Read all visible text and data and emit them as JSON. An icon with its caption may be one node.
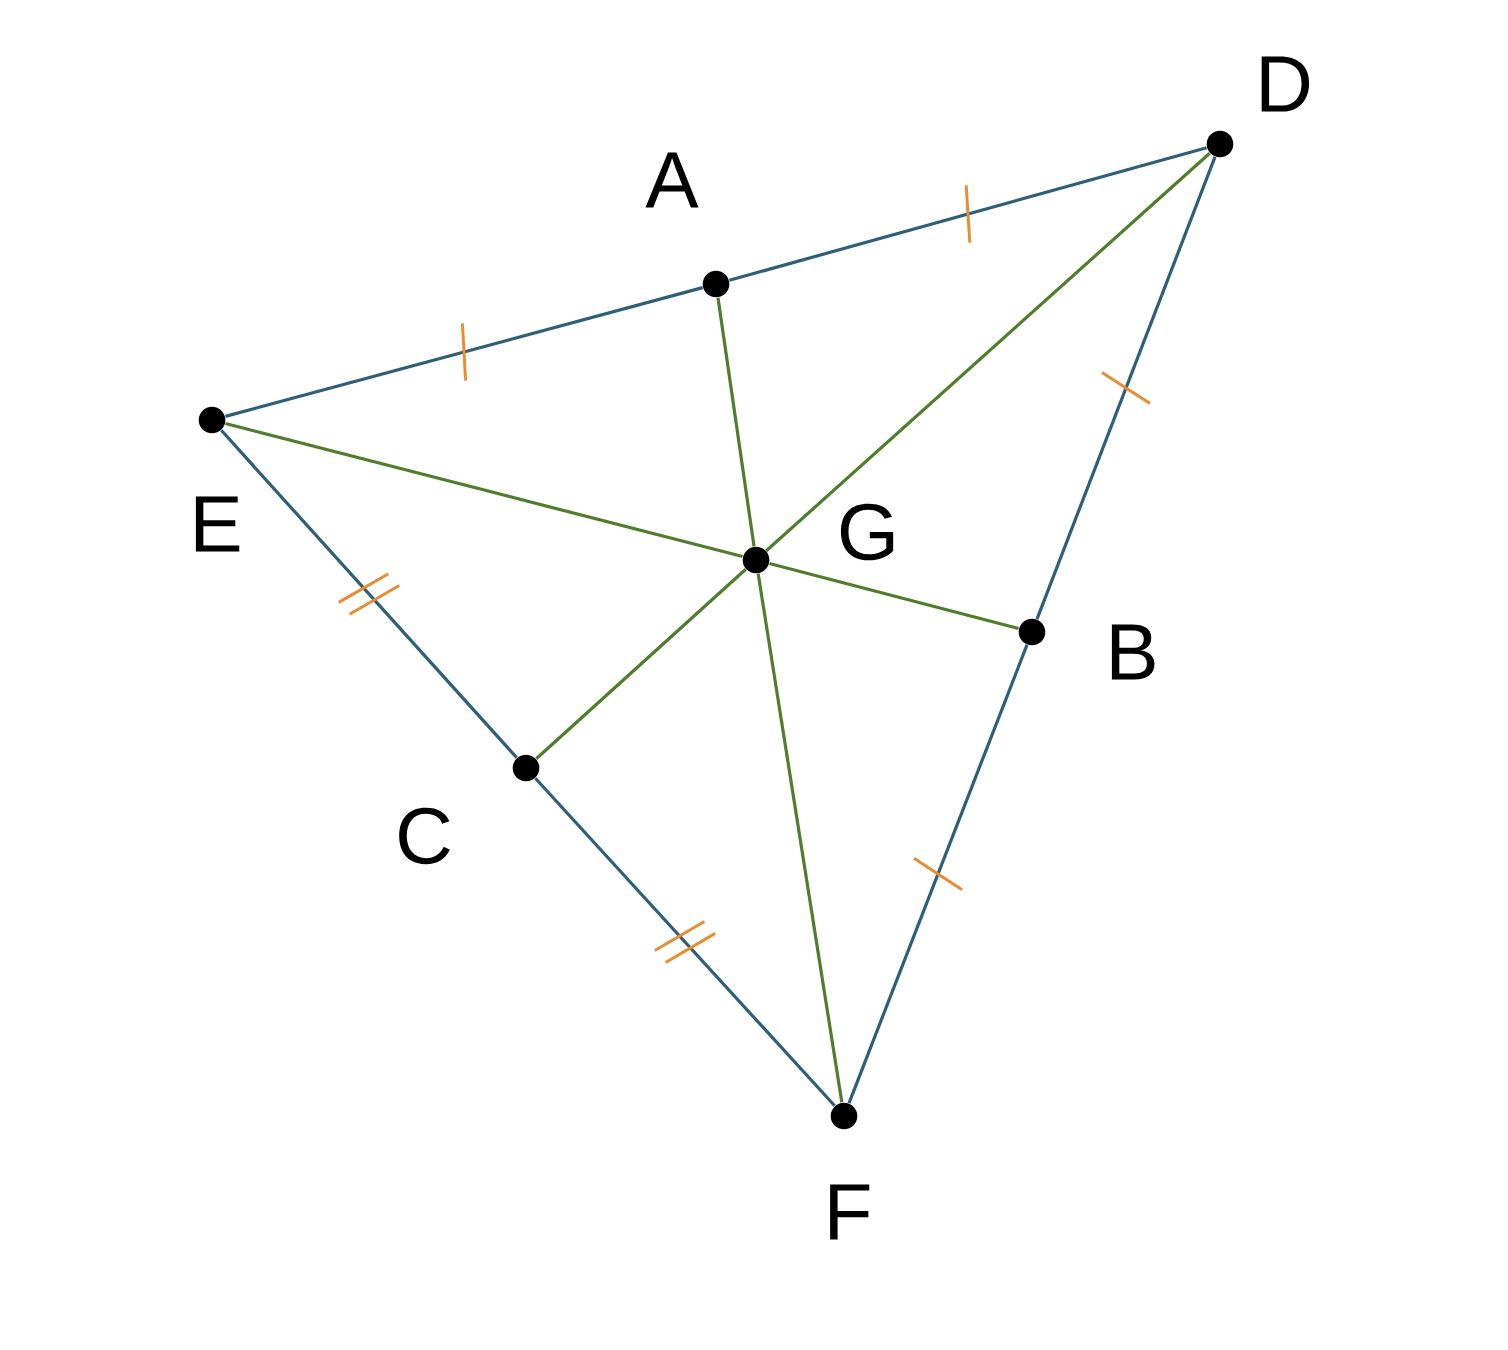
{
  "diagram": {
    "nodes": [
      {
        "text": [
          "A"
        ]
      },
      {
        "text": [
          "D"
        ]
      },
      {
        "text": [
          "E"
        ]
      },
      {
        "text": [
          "G"
        ]
      },
      {
        "text": [
          "B"
        ]
      },
      {
        "text": [
          "C"
        ]
      },
      {
        "text": [
          "F"
        ]
      }
    ],
    "edges": [
      {
        "from": 2,
        "to": 0,
        "arrow": "none",
        "color": "#2e5f78"
      },
      {
        "from": 0,
        "to": 1,
        "arrow": "none",
        "color": "#2e5f78"
      },
      {
        "from": 1,
        "to": 4,
        "arrow": "none",
        "color": "#2e5f78"
      },
      {
        "from": 4,
        "to": 6,
        "arrow": "none",
        "color": "#2e5f78"
      },
      {
        "from": 6,
        "to": 5,
        "arrow": "none",
        "color": "#2e5f78"
      },
      {
        "from": 5,
        "to": 2,
        "arrow": "none",
        "color": "#2e5f78"
      },
      {
        "from": 0,
        "to": 3,
        "arrow": "none",
        "color": "#4f7d2c"
      },
      {
        "from": 3,
        "to": 6,
        "arrow": "none",
        "color": "#4f7d2c"
      },
      {
        "from": 2,
        "to": 3,
        "arrow": "none",
        "color": "#4f7d2c"
      },
      {
        "from": 3,
        "to": 4,
        "arrow": "none",
        "color": "#4f7d2c"
      },
      {
        "from": 5,
        "to": 3,
        "arrow": "none",
        "color": "#4f7d2c"
      },
      {
        "from": 3,
        "to": 1,
        "arrow": "none",
        "color": "#4f7d2c"
      }
    ]
  }
}
